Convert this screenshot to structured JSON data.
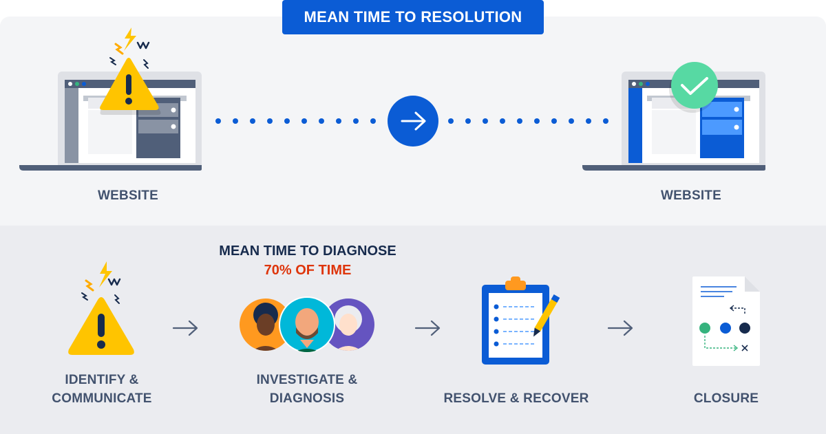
{
  "title": "MEAN TIME TO RESOLUTION",
  "top": {
    "left_label": "WEBSITE",
    "right_label": "WEBSITE"
  },
  "diagnose": {
    "title": "MEAN TIME TO DIAGNOSE",
    "share": "70% OF TIME"
  },
  "steps": [
    {
      "line1": "IDENTIFY &",
      "line2": "COMMUNICATE"
    },
    {
      "line1": "INVESTIGATE &",
      "line2": "DIAGNOSIS"
    },
    {
      "line1": "RESOLVE & RECOVER"
    },
    {
      "line1": "CLOSURE"
    }
  ],
  "colors": {
    "brand_blue": "#0b5cd5",
    "warning_yellow": "#ffc400",
    "success_green": "#57d9a3",
    "text_dark": "#42526e",
    "accent_red": "#de350b"
  },
  "icons": {
    "broken_site": "laptop-warning-icon",
    "fixed_site": "laptop-check-icon",
    "arrow": "arrow-right-icon",
    "alert": "warning-triangle-icon",
    "team": "team-avatars-icon",
    "checklist": "clipboard-icon",
    "closure": "document-flow-icon"
  }
}
